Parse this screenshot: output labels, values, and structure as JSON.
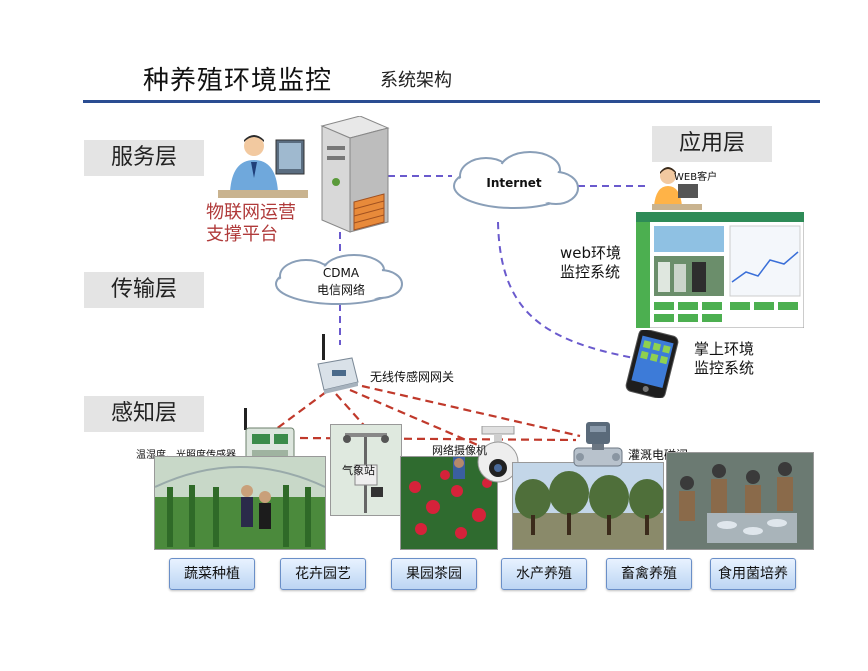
{
  "title": "种养殖环境监控",
  "subtitle": "系统架构",
  "layers": {
    "service": "服务层",
    "application": "应用层",
    "transport": "传输层",
    "perception": "感知层"
  },
  "server_label": [
    "物联网运营",
    "支撑平台"
  ],
  "internet_label": "Internet",
  "cdma_label": [
    "CDMA",
    "电信网络"
  ],
  "web_client_label": "WEB客户",
  "web_system_label": [
    "web环境",
    "监控系统"
  ],
  "mobile_system_label": [
    "掌上环境",
    "监控系统"
  ],
  "gateway_label": "无线传感网网关",
  "sensor_label": "温湿度、光照度传感器",
  "weather_label": "气象站",
  "camera_label": "网络摄像机",
  "valve_label": "灌溉电磁阀",
  "categories": [
    "蔬菜种植",
    "花卉园艺",
    "果园茶园",
    "水产养殖",
    "畜禽养殖",
    "食用菌培养"
  ],
  "colors": {
    "accent_line": "#2a4d92",
    "dashed_blue": "#6a5acd",
    "dashed_red": "#c0392b",
    "server_label": "#b03a3a"
  }
}
